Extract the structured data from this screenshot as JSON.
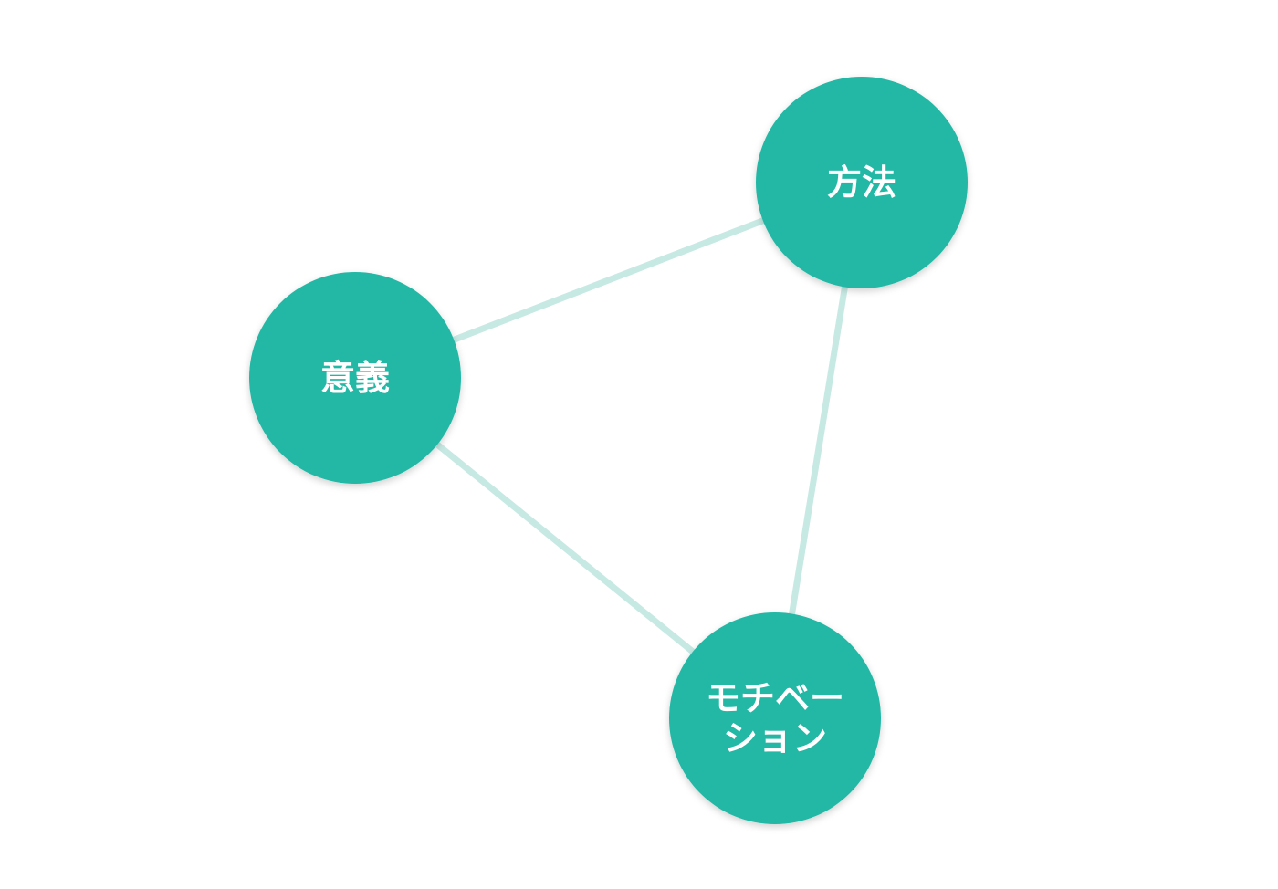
{
  "colors": {
    "background": "#ffffff",
    "node_fill": "#22b8a5",
    "edge_stroke": "#c7e9e3",
    "label_text": "#ffffff"
  },
  "nodes": [
    {
      "id": "meaning",
      "label_lines": [
        "意義"
      ]
    },
    {
      "id": "method",
      "label_lines": [
        "方法"
      ]
    },
    {
      "id": "motivation",
      "label_lines": [
        "モチベー",
        "ション"
      ]
    }
  ],
  "edges": [
    {
      "from": "meaning",
      "to": "method"
    },
    {
      "from": "method",
      "to": "motivation"
    },
    {
      "from": "meaning",
      "to": "motivation"
    }
  ]
}
